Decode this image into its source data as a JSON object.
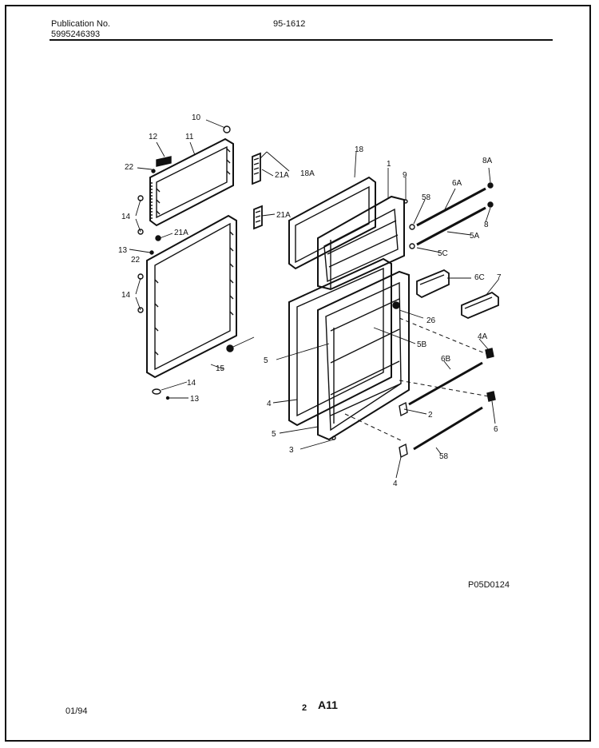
{
  "header": {
    "publication_label": "Publication No.",
    "publication_number": "5995246393",
    "model_code": "95-1612"
  },
  "diagram_code": "P05D0124",
  "footer": {
    "date": "01/94",
    "page_number": "2",
    "section": "A11"
  },
  "callouts": [
    "10",
    "12",
    "11",
    "22",
    "14",
    "21A",
    "13",
    "22",
    "14",
    "15",
    "14",
    "13",
    "21A",
    "18A",
    "21A",
    "18",
    "1",
    "9",
    "58",
    "6A",
    "8A",
    "5A",
    "8",
    "5C",
    "6C",
    "7",
    "26",
    "5B",
    "4A",
    "5",
    "6B",
    "4",
    "2",
    "6",
    "5",
    "3",
    "58",
    "4",
    "6"
  ]
}
